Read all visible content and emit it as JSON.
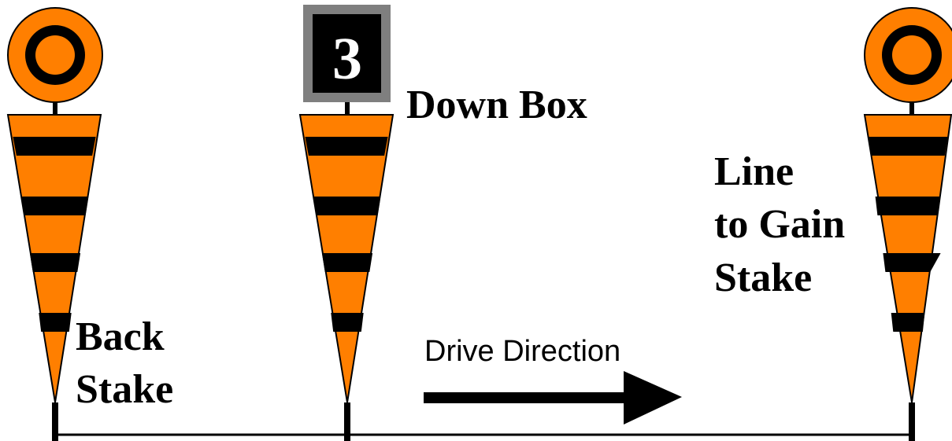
{
  "labels": {
    "down_box": "Down Box",
    "back_stake_line1": "Back",
    "back_stake_line2": "Stake",
    "line_to_gain_line1": "Line",
    "line_to_gain_line2": "to Gain",
    "line_to_gain_line3": "Stake",
    "drive_direction": "Drive Direction"
  },
  "down_box": {
    "number": "3"
  },
  "colors": {
    "orange": "#ff7f00",
    "black": "#000000",
    "box_border": "#7f7f7f",
    "box_fill": "#000000",
    "number_color": "#ffffff",
    "background": "#ffffff"
  },
  "icons": {
    "back_stake": "target-marker-icon",
    "down_box": "down-number-box-icon",
    "line_to_gain_stake": "target-marker-icon",
    "arrow": "arrow-right-icon"
  }
}
